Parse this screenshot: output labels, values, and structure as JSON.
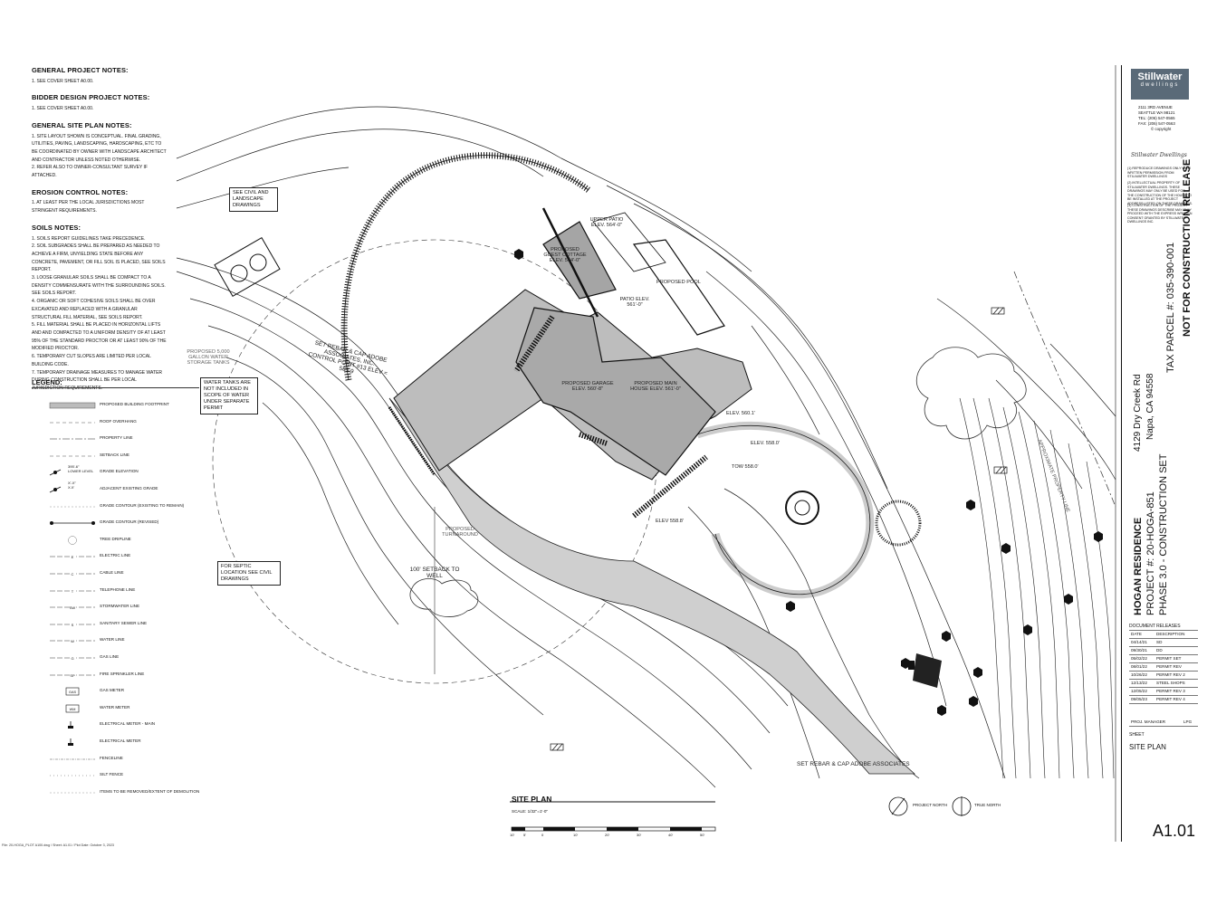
{
  "notes": {
    "general_project": {
      "title": "GENERAL PROJECT NOTES:",
      "items": [
        "1. SEE COVER SHEET A0.00."
      ]
    },
    "bidder_design": {
      "title": "BIDDER DESIGN PROJECT NOTES:",
      "items": [
        "1. SEE COVER SHEET A0.00."
      ]
    },
    "general_site": {
      "title": "GENERAL SITE PLAN NOTES:",
      "items": [
        "1. SITE LAYOUT SHOWN IS CONCEPTUAL. FINAL GRADING, UTILITIES, PAVING, LANDSCAPING, HARDSCAPING, ETC TO BE COORDINATED BY OWNER WITH LANDSCAPE ARCHITECT AND CONTRACTOR UNLESS NOTED OTHERWISE.",
        "2. REFER ALSO TO OWNER-CONSULTANT SURVEY IF ATTACHED."
      ]
    },
    "erosion": {
      "title": "EROSION CONTROL NOTES:",
      "items": [
        "1. AT LEAST PER THE LOCAL JURISDICTIONS MOST STRINGENT REQUIREMENTS."
      ]
    },
    "soils": {
      "title": "SOILS NOTES:",
      "items": [
        "1. SOILS REPORT GUIDELINES TAKE PRECEDENCE.",
        "2. SOIL SUBGRADES SHALL BE PREPARED AS NEEDED TO ACHIEVE A FIRM, UNYIELDING STATE BEFORE ANY CONCRETE, PAVEMENT, OR FILL SOIL IS PLACED, SEE SOILS REPORT.",
        "3. LOOSE GRANULAR SOILS SHALL BE COMPACT TO A DENSITY COMMENSURATE WITH THE SURROUNDING SOILS. SEE SOILS REPORT.",
        "4. ORGANIC OR SOFT COHESIVE SOILS SHALL BE OVER EXCAVATED AND REPLACED WITH A GRANULAR STRUCTURAL FILL MATERIAL, SEE SOILS REPORT.",
        "5. FILL MATERIAL SHALL BE PLACED IN HORIZONTAL LIFTS AND AND COMPACTED TO A UNIFORM DENSITY OF AT LEAST 95% OF THE STANDARD PROCTOR OR AT LEAST 90% OF THE MODIFIED PROCTOR.",
        "6. TEMPORARY CUT SLOPES ARE LIMITED PER LOCAL BUILDING CODE.",
        "7. TEMPORARY DRAINAGE MEASURES TO MANAGE WATER DURING CONSTRUCTION SHALL BE PER LOCAL JURISDICTION REQUIREMENTS."
      ]
    }
  },
  "legend": {
    "title": "LEGEND:",
    "items": [
      {
        "label": "PROPOSED BUILDING FOOTPRINT",
        "sym": "fill"
      },
      {
        "label": "ROOF OVERHANG",
        "sym": "dash"
      },
      {
        "label": "PROPERTY LINE",
        "sym": "dashdot"
      },
      {
        "label": "SETBACK LINE",
        "sym": "dash"
      },
      {
        "label": "GRADE ELEVATION",
        "sym": "elev"
      },
      {
        "label": "ADJACENT EXISTING GRADE",
        "sym": "elev2"
      },
      {
        "label": "GRADE CONTOUR (EXISTING TO REMAIN)",
        "sym": "thin"
      },
      {
        "label": "GRADE CONTOUR (REVISED)",
        "sym": "dots"
      },
      {
        "label": "TREE DRIPLINE",
        "sym": "circle"
      },
      {
        "label": "ELECTRIC LINE",
        "sym": "line",
        "code": "E"
      },
      {
        "label": "CABLE LINE",
        "sym": "line",
        "code": "C"
      },
      {
        "label": "TELEPHONE LINE",
        "sym": "line",
        "code": "T"
      },
      {
        "label": "STORMWATER LINE",
        "sym": "line",
        "code": "SW"
      },
      {
        "label": "SANITARY SEWER LINE",
        "sym": "line",
        "code": "S"
      },
      {
        "label": "WATER LINE",
        "sym": "line",
        "code": "W"
      },
      {
        "label": "GAS LINE",
        "sym": "line",
        "code": "G"
      },
      {
        "label": "FIRE SPRINKLER LINE",
        "sym": "line",
        "code": "SP"
      },
      {
        "label": "GAS METER",
        "sym": "box",
        "code": "GAS"
      },
      {
        "label": "WATER METER",
        "sym": "box",
        "code": "WM"
      },
      {
        "label": "ELECTRICAL METER - MAIN",
        "sym": "meter"
      },
      {
        "label": "ELECTRICAL METER",
        "sym": "meter"
      },
      {
        "label": "FENCELINE",
        "sym": "fence"
      },
      {
        "label": "SILT FENCE",
        "sym": "silt"
      },
      {
        "label": "ITEMS TO BE REMOVED/EXTENT OF DEMOLITION",
        "sym": "demo"
      }
    ],
    "elev_a": "395'-6\"",
    "elev_a2": "LOWER LEVEL",
    "elev_b": "X'-X\"",
    "elev_b2": "X.X'"
  },
  "plan": {
    "see_civil": "SEE CIVIL AND LANDSCAPE DRAWINGS",
    "storage": "PROPOSED 5,000 GALLON WATER STORAGE TANKS",
    "water_tanks": "WATER TANKS ARE NOT INCLUDED IN SCOPE OF WATER UNDER SEPARATE PERMIT",
    "rebar": "SET REBAR & CAP ADOBE ASSOCIATES, INC. CONTROL POINT #13 ELEV = 565.9",
    "septic": "FOR SEPTIC LOCATION SEE CIVIL DRAWINGS",
    "setback": "100' SETBACK TO WELL",
    "turnaround": "PROPOSED TURNAROUND",
    "upper_patio": "UPPER PATIO ELEV. 564'-0\"",
    "guest": "PROPOSED GUEST COTTAGE ELEV. 564'-0\"",
    "pool": "PROPOSED POOL",
    "patio": "PATIO ELEV. 561'-0\"",
    "garage": "PROPOSED GARAGE ELEV. 560'-8\"",
    "main_house": "PROPOSED MAIN HOUSE ELEV. 561'-0\"",
    "elev560": "ELEV. 560.1'",
    "elev558": "ELEV. 558.0'",
    "tow": "TOW 558.0'",
    "elev558b": "ELEV 558.8'",
    "property_line": "APPROXIMATE PROPERTY LINE",
    "rebar2": "SET REBAR & CAP ADOBE ASSOCIATES"
  },
  "title_block": {
    "logo_a": "Stillwater",
    "logo_b": "dwellings",
    "address": [
      "2111 3RD AVENUE",
      "SEATTLE WA 98121",
      "TEL: (206) 547-0565",
      "FAX: (206) 547-0563"
    ],
    "copyright": "© copyright",
    "signature": "Stillwater Dwellings",
    "fine1": "(1) REPRODUCE DRAWINGS ONLY WITH WRITTEN PERMISSION FROM STILLWATER DWELLINGS",
    "fine2": "(2) INTELLECTUAL PROPERTY OF STILLWATER DWELLINGS. THESE DRAWINGS MAY ONLY BE USED FOR THE CONSTRUCTION OF THE HOUSE TO BE INSTALLED AT THE PROJECT ADDRESS LISTED ON THESE DRAWINGS.",
    "fine3": "(3) CONSTRUCTION OF THE PROJECT THESE DRAWINGS DESCRIBE MAY ONLY PROCEED WITH THE EXPRESS WRITTEN CONSENT GRANTED BY STILLWATER DWELLINGS INC.",
    "not_for_construction": "NOT FOR CONSTRUCTION RELEASE",
    "tax_parcel": "TAX PARCEL #: 035-390-001",
    "address_line1": "4129 Dry Creek Rd",
    "address_line2": "Napa, CA 94558",
    "project_name": "HOGAN RESIDENCE",
    "project_no": "PROJECT #: 20-HOGA-851",
    "phase": "PHASE 3.0 - CONSTRUCTION SET",
    "releases_title": "DOCUMENT RELEASES",
    "releases_head": [
      "DATE",
      "DESCRIPTION"
    ],
    "releases": [
      [
        "04/14/21",
        "SD"
      ],
      [
        "09/30/21",
        "DD"
      ],
      [
        "05/02/22",
        "PERMIT SET"
      ],
      [
        "08/01/22",
        "PERMIT REV"
      ],
      [
        "10/26/22",
        "PERMIT REV 2"
      ],
      [
        "12/13/22",
        "STEEL SHOPS"
      ],
      [
        "12/05/22",
        "PERMIT REV 3"
      ],
      [
        "09/05/23",
        "PERMIT REV 4"
      ]
    ],
    "manager_label": "PROJ. MANAGER",
    "manager": "LPG",
    "sheet_label": "SHEET",
    "sheet_name": "SITE PLAN",
    "sheet_number": "A1.01"
  },
  "site_title": "SITE PLAN",
  "scale": "SCALE: 1/32\"=1'-0\"",
  "scale_ticks": [
    "10'",
    "5'",
    "0",
    "10'",
    "20'",
    "30'",
    "40'",
    "50'"
  ],
  "project_north": "PROJECT NORTH",
  "true_north": "TRUE NORTH",
  "plot_info": "File: 20-HOGA_PLOT A100.dwg  /  Sheet: A1.01  /  Plot Date: October 3, 2023",
  "colors": {
    "footprint": "#bcbcbc",
    "logo": "#5a6a78",
    "line": "#111111"
  }
}
